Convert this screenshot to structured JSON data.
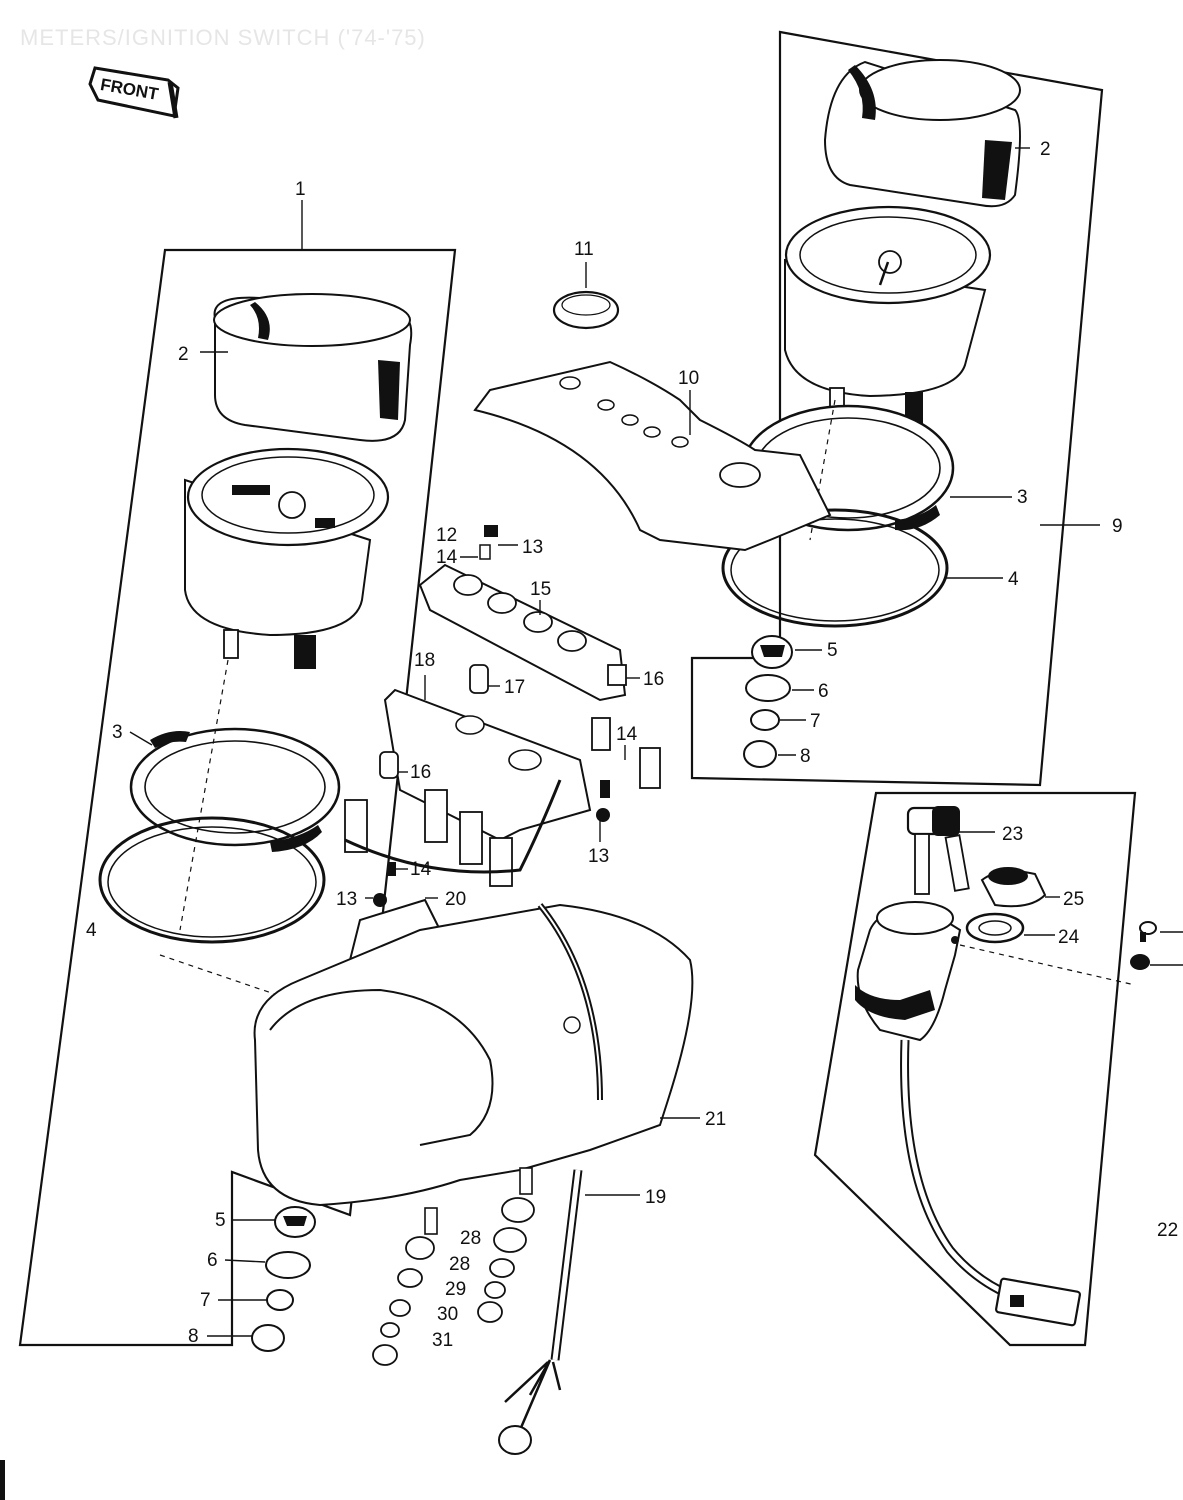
{
  "title": "METERS/IGNITION SWITCH ('74-'75)",
  "front_label": "FRONT",
  "callouts": {
    "c1": "1",
    "c2a": "2",
    "c2b": "2",
    "c3a": "3",
    "c3b": "3",
    "c4a": "4",
    "c4b": "4",
    "c5a": "5",
    "c5b": "5",
    "c6a": "6",
    "c6b": "6",
    "c7a": "7",
    "c7b": "7",
    "c8a": "8",
    "c8b": "8",
    "c9": "9",
    "c10": "10",
    "c11": "11",
    "c12": "12",
    "c13a": "13",
    "c13b": "13",
    "c13c": "13",
    "c14a": "14",
    "c14b": "14",
    "c14c": "14",
    "c15": "15",
    "c16a": "16",
    "c16b": "16",
    "c17": "17",
    "c18": "18",
    "c19": "19",
    "c20": "20",
    "c21": "21",
    "c22": "22",
    "c23": "23",
    "c24": "24",
    "c25": "25",
    "c28a": "28",
    "c28b": "28",
    "c29": "29",
    "c30": "30",
    "c31": "31"
  }
}
